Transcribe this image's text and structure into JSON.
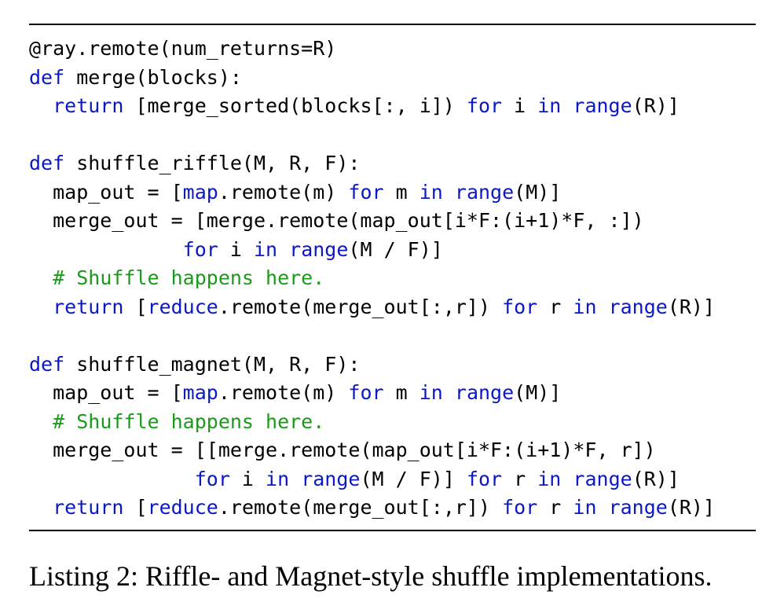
{
  "listing": {
    "lines": [
      [
        {
          "t": "@ray.remote(num_returns=R)",
          "c": ""
        }
      ],
      [
        {
          "t": "def",
          "c": "kw"
        },
        {
          "t": " merge(blocks):",
          "c": ""
        }
      ],
      [
        {
          "t": "  ",
          "c": ""
        },
        {
          "t": "return",
          "c": "kw"
        },
        {
          "t": " [merge_sorted(blocks[:, i]) ",
          "c": ""
        },
        {
          "t": "for",
          "c": "kw"
        },
        {
          "t": " i ",
          "c": ""
        },
        {
          "t": "in",
          "c": "kw"
        },
        {
          "t": " ",
          "c": ""
        },
        {
          "t": "range",
          "c": "fn"
        },
        {
          "t": "(R)]",
          "c": ""
        }
      ],
      [
        {
          "t": "",
          "c": ""
        }
      ],
      [
        {
          "t": "def",
          "c": "kw"
        },
        {
          "t": " shuffle_riffle(M, R, F):",
          "c": ""
        }
      ],
      [
        {
          "t": "  map_out = [",
          "c": ""
        },
        {
          "t": "map",
          "c": "fn"
        },
        {
          "t": ".remote(m) ",
          "c": ""
        },
        {
          "t": "for",
          "c": "kw"
        },
        {
          "t": " m ",
          "c": ""
        },
        {
          "t": "in",
          "c": "kw"
        },
        {
          "t": " ",
          "c": ""
        },
        {
          "t": "range",
          "c": "fn"
        },
        {
          "t": "(M)]",
          "c": ""
        }
      ],
      [
        {
          "t": "  merge_out = [merge.remote(map_out[i*F:(i+1)*F, :])",
          "c": ""
        }
      ],
      [
        {
          "t": "             ",
          "c": ""
        },
        {
          "t": "for",
          "c": "kw"
        },
        {
          "t": " i ",
          "c": ""
        },
        {
          "t": "in",
          "c": "kw"
        },
        {
          "t": " ",
          "c": ""
        },
        {
          "t": "range",
          "c": "fn"
        },
        {
          "t": "(M / F)]",
          "c": ""
        }
      ],
      [
        {
          "t": "  ",
          "c": ""
        },
        {
          "t": "# Shuffle happens here.",
          "c": "cm"
        }
      ],
      [
        {
          "t": "  ",
          "c": ""
        },
        {
          "t": "return",
          "c": "kw"
        },
        {
          "t": " [",
          "c": ""
        },
        {
          "t": "reduce",
          "c": "fn"
        },
        {
          "t": ".remote(merge_out[:,r]) ",
          "c": ""
        },
        {
          "t": "for",
          "c": "kw"
        },
        {
          "t": " r ",
          "c": ""
        },
        {
          "t": "in",
          "c": "kw"
        },
        {
          "t": " ",
          "c": ""
        },
        {
          "t": "range",
          "c": "fn"
        },
        {
          "t": "(R)]",
          "c": ""
        }
      ],
      [
        {
          "t": "",
          "c": ""
        }
      ],
      [
        {
          "t": "def",
          "c": "kw"
        },
        {
          "t": " shuffle_magnet(M, R, F):",
          "c": ""
        }
      ],
      [
        {
          "t": "  map_out = [",
          "c": ""
        },
        {
          "t": "map",
          "c": "fn"
        },
        {
          "t": ".remote(m) ",
          "c": ""
        },
        {
          "t": "for",
          "c": "kw"
        },
        {
          "t": " m ",
          "c": ""
        },
        {
          "t": "in",
          "c": "kw"
        },
        {
          "t": " ",
          "c": ""
        },
        {
          "t": "range",
          "c": "fn"
        },
        {
          "t": "(M)]",
          "c": ""
        }
      ],
      [
        {
          "t": "  ",
          "c": ""
        },
        {
          "t": "# Shuffle happens here.",
          "c": "cm"
        }
      ],
      [
        {
          "t": "  merge_out = [[merge.remote(map_out[i*F:(i+1)*F, r])",
          "c": ""
        }
      ],
      [
        {
          "t": "              ",
          "c": ""
        },
        {
          "t": "for",
          "c": "kw"
        },
        {
          "t": " i ",
          "c": ""
        },
        {
          "t": "in",
          "c": "kw"
        },
        {
          "t": " ",
          "c": ""
        },
        {
          "t": "range",
          "c": "fn"
        },
        {
          "t": "(M / F)] ",
          "c": ""
        },
        {
          "t": "for",
          "c": "kw"
        },
        {
          "t": " r ",
          "c": ""
        },
        {
          "t": "in",
          "c": "kw"
        },
        {
          "t": " ",
          "c": ""
        },
        {
          "t": "range",
          "c": "fn"
        },
        {
          "t": "(R)]",
          "c": ""
        }
      ],
      [
        {
          "t": "  ",
          "c": ""
        },
        {
          "t": "return",
          "c": "kw"
        },
        {
          "t": " [",
          "c": ""
        },
        {
          "t": "reduce",
          "c": "fn"
        },
        {
          "t": ".remote(merge_out[:,r]) ",
          "c": ""
        },
        {
          "t": "for",
          "c": "kw"
        },
        {
          "t": " r ",
          "c": ""
        },
        {
          "t": "in",
          "c": "kw"
        },
        {
          "t": " ",
          "c": ""
        },
        {
          "t": "range",
          "c": "fn"
        },
        {
          "t": "(R)]",
          "c": ""
        }
      ]
    ]
  },
  "caption": "Listing 2: Riffle- and Magnet-style shuffle implementations.",
  "colors": {
    "keyword": "#0b18c8",
    "comment": "#1a9a1a",
    "text": "#000000"
  }
}
